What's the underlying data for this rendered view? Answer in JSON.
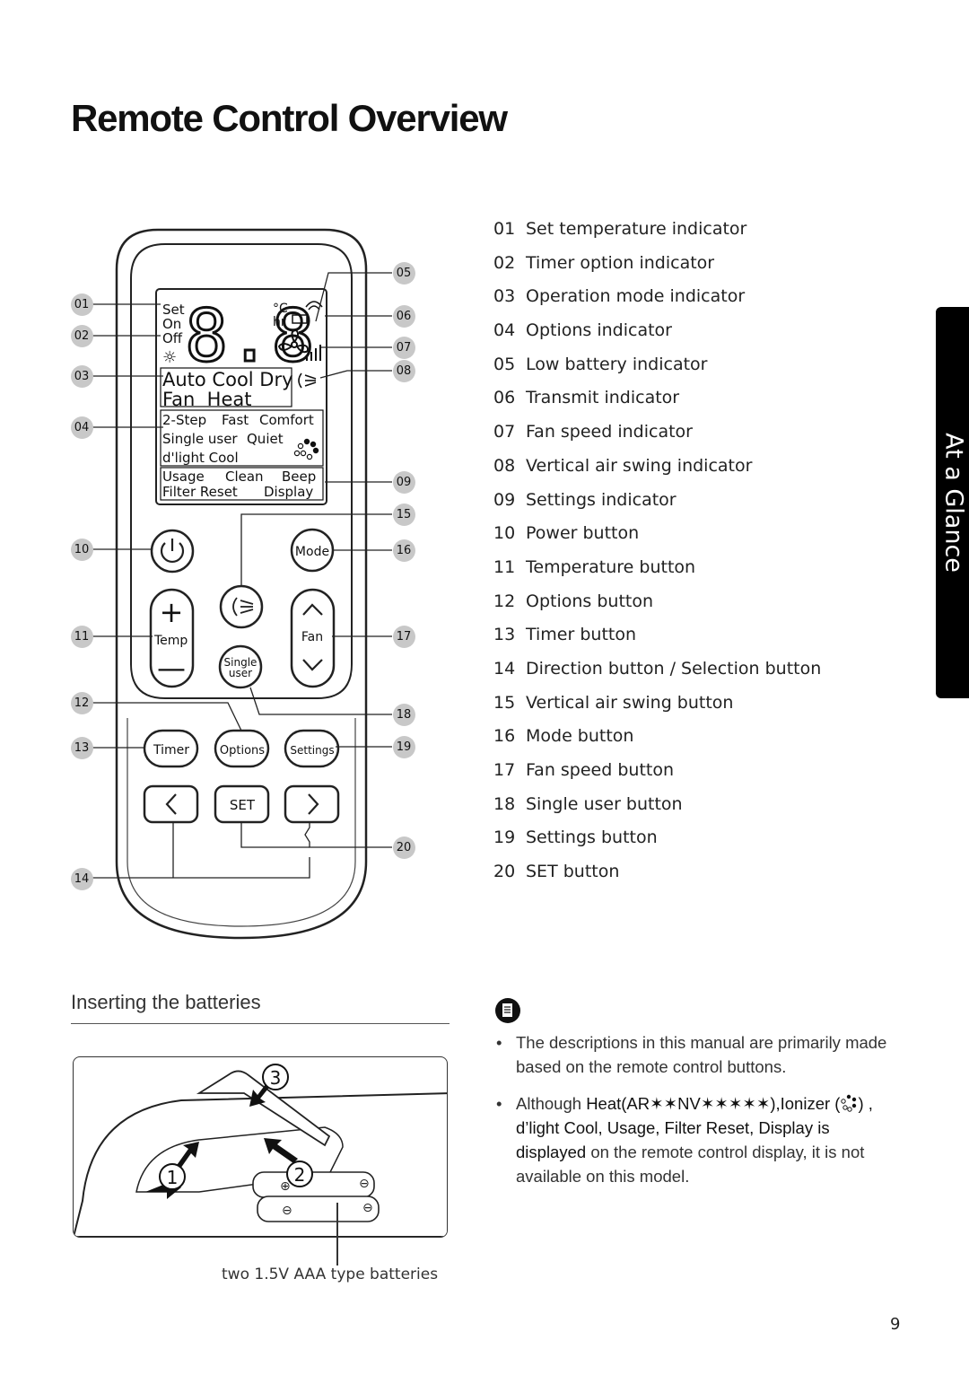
{
  "page": {
    "title": "Remote Control Overview",
    "side_tab": "At a Glance",
    "page_number": "9"
  },
  "remote": {
    "display": {
      "digits": "8.8",
      "set": "Set",
      "on": "On",
      "off": "Off",
      "celsius": "°C",
      "hr": "hr",
      "mode_row1": "Auto Cool Dry",
      "mode_row2": "Fan  Heat",
      "opt_step": "2-Step",
      "opt_fast": "Fast",
      "opt_comfort": "Comfort",
      "opt_single": "Single user",
      "opt_quiet": "Quiet",
      "opt_dlight": "d'light Cool",
      "set_usage": "Usage",
      "set_clean": "Clean",
      "set_beep": "Beep",
      "set_filter": "Filter Reset",
      "set_display": "Display"
    },
    "buttons": {
      "mode": "Mode",
      "temp": "Temp",
      "fan": "Fan",
      "single_line1": "Single",
      "single_line2": "user",
      "timer": "Timer",
      "options": "Options",
      "settings": "Settings",
      "set": "SET"
    },
    "callouts": [
      "01",
      "02",
      "03",
      "04",
      "05",
      "06",
      "07",
      "08",
      "09",
      "10",
      "11",
      "12",
      "13",
      "14",
      "15",
      "16",
      "17",
      "18",
      "19",
      "20"
    ]
  },
  "legend": [
    {
      "num": "01",
      "label": "Set temperature indicator"
    },
    {
      "num": "02",
      "label": "Timer option indicator"
    },
    {
      "num": "03",
      "label": "Operation mode indicator"
    },
    {
      "num": "04",
      "label": "Options indicator"
    },
    {
      "num": "05",
      "label": "Low battery indicator"
    },
    {
      "num": "06",
      "label": "Transmit indicator"
    },
    {
      "num": "07",
      "label": "Fan speed indicator"
    },
    {
      "num": "08",
      "label": "Vertical air swing indicator"
    },
    {
      "num": "09",
      "label": "Settings indicator"
    },
    {
      "num": "10",
      "label": "Power button"
    },
    {
      "num": "11",
      "label": "Temperature button"
    },
    {
      "num": "12",
      "label": "Options button"
    },
    {
      "num": "13",
      "label": "Timer button"
    },
    {
      "num": "14",
      "label": "Direction button / Selection button"
    },
    {
      "num": "15",
      "label": "Vertical air swing button"
    },
    {
      "num": "16",
      "label": "Mode button"
    },
    {
      "num": "17",
      "label": "Fan speed button"
    },
    {
      "num": "18",
      "label": "Single user button"
    },
    {
      "num": "19",
      "label": "Settings button"
    },
    {
      "num": "20",
      "label": "SET button"
    }
  ],
  "battery_section": {
    "heading": "Inserting the batteries",
    "step1": "1",
    "step2": "2",
    "step3": "3",
    "caption": "two 1.5V AAA type batteries"
  },
  "notes": {
    "note1": "The descriptions in this manual are primarily made based on the remote control buttons.",
    "note2_a": "Although",
    "note2_b": "Heat(AR✶✶NV✶✶✶✶✶),Ionizer (",
    "note2_c": ") ,",
    "note2_d": "d’light Cool, Usage, Filter Reset, Display is displayed",
    "note2_e": "on the remote control display, it is not available on this model."
  }
}
